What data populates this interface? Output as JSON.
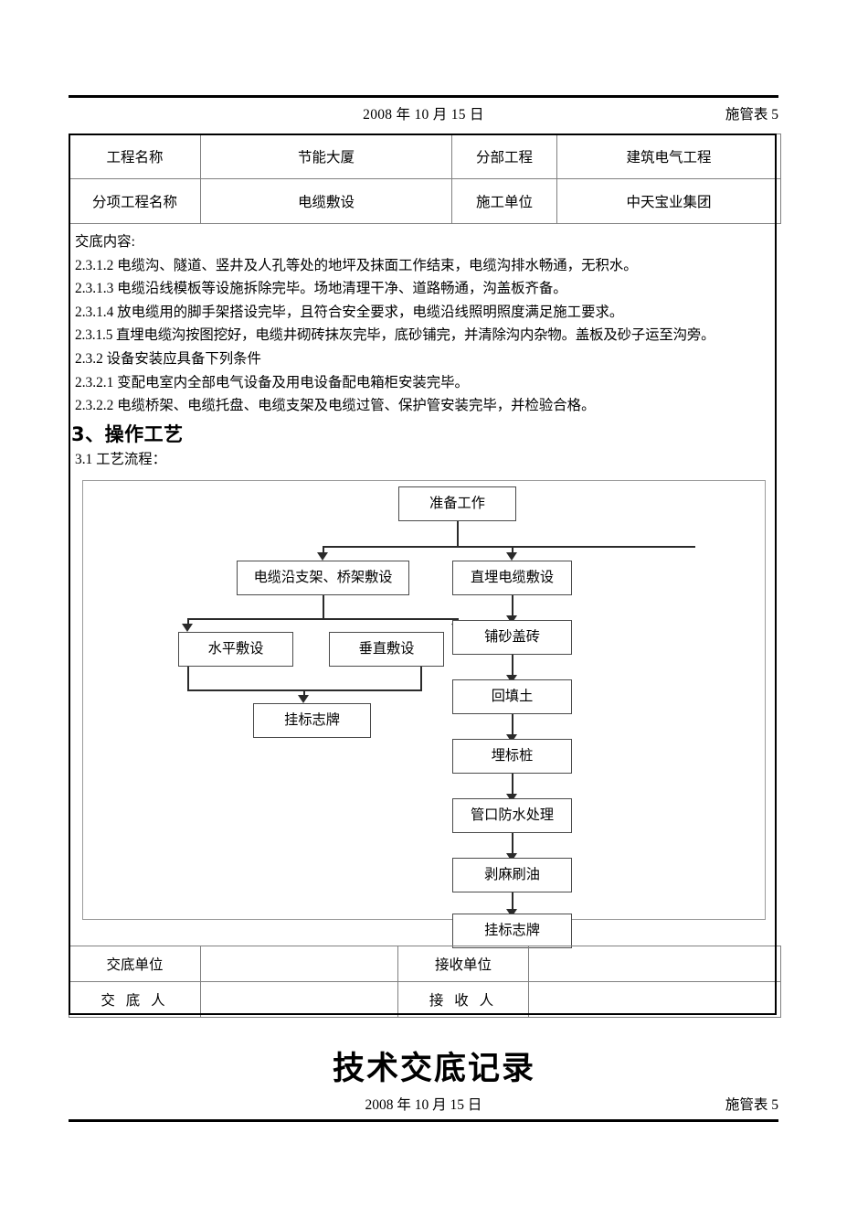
{
  "header": {
    "date": "2008 年 10 月 15 日",
    "form_code": "施管表 5"
  },
  "info_table": {
    "rows": [
      {
        "label1": "工程名称",
        "value1": "节能大厦",
        "label2": "分部工程",
        "value2": "建筑电气工程"
      },
      {
        "label1": "分项工程名称",
        "value1": "电缆敷设",
        "label2": "施工单位",
        "value2": "中天宝业集团"
      }
    ]
  },
  "content": {
    "heading": "交底内容:",
    "lines": [
      "2.3.1.2 电缆沟、隧道、竖井及人孔等处的地坪及抹面工作结束，电缆沟排水畅通，无积水。",
      "2.3.1.3 电缆沿线模板等设施拆除完毕。场地清理干净、道路畅通，沟盖板齐备。",
      "2.3.1.4 放电缆用的脚手架搭设完毕，且符合安全要求，电缆沿线照明照度满足施工要求。",
      "2.3.1.5 直埋电缆沟按图挖好，电缆井砌砖抹灰完毕，底砂铺完，并清除沟内杂物。盖板及砂子运至沟旁。",
      "2.3.2 设备安装应具备下列条件",
      "2.3.2.1 变配电室内全部电气设备及用电设备配电箱柜安装完毕。",
      "2.3.2.2 电缆桥架、电缆托盘、电缆支架及电缆过管、保护管安装完毕，并检验合格。"
    ],
    "section_heading": "3、操作工艺",
    "sub_heading": "3.1 工艺流程："
  },
  "flowchart": {
    "type": "flow-diagram",
    "nodes": {
      "start": "准备工作",
      "left_branch": "电缆沿支架、桥架敷设",
      "left_a": "水平敷设",
      "left_b": "垂直敷设",
      "left_end": "挂标志牌",
      "right_1": "直埋电缆敷设",
      "right_2": "铺砂盖砖",
      "right_3": "回填土",
      "right_4": "埋标桩",
      "right_5": "管口防水处理",
      "right_6": "剥麻刷油",
      "right_7": "挂标志牌"
    }
  },
  "signature_table": {
    "rows": [
      {
        "label1": "交底单位",
        "value1": "",
        "label2": "接收单位",
        "value2": ""
      },
      {
        "label1": "交 底 人",
        "value1": "",
        "label2": "接 收 人",
        "value2": ""
      }
    ]
  },
  "footer": {
    "title": "技术交底记录",
    "date": "2008 年 10 月 15 日",
    "form_code": "施管表 5"
  }
}
